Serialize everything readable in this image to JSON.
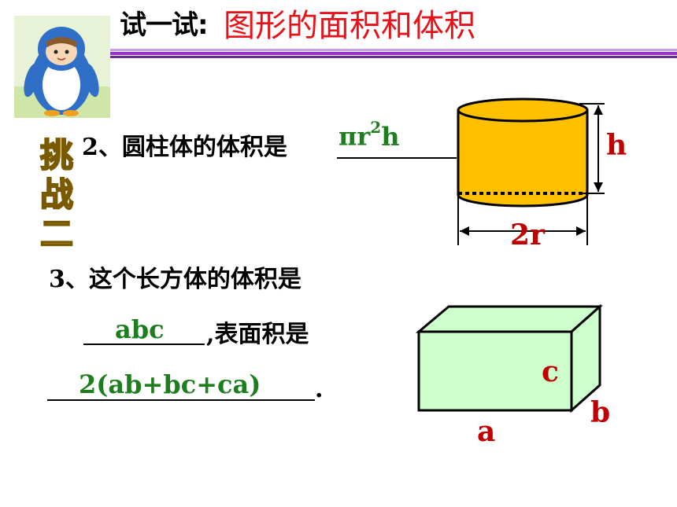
{
  "header": {
    "label": "试一试:",
    "title": "图形的面积和体积"
  },
  "challenge_label": [
    "挑",
    "战",
    "二"
  ],
  "problem2": {
    "text": "2、圆柱体的体积是",
    "answer_base": "πr",
    "answer_exp": "2",
    "answer_tail": "h"
  },
  "problem3": {
    "line1": "3、这个长方体的体积是",
    "line2": ",表面积是",
    "answer_volume": "abc",
    "answer_area": "2(ab+bc+ca)",
    "period": "."
  },
  "cylinder": {
    "height_label": "h",
    "diameter_label": "2r",
    "fill_color": "#ffc000"
  },
  "cuboid": {
    "label_a": "a",
    "label_b": "b",
    "label_c": "c",
    "fill_color": "#ccffcc"
  },
  "colors": {
    "title_red": "#e8111a",
    "answer_green": "#1e7d1e",
    "label_red": "#c00000",
    "rule_purple": "#9a34c8"
  }
}
